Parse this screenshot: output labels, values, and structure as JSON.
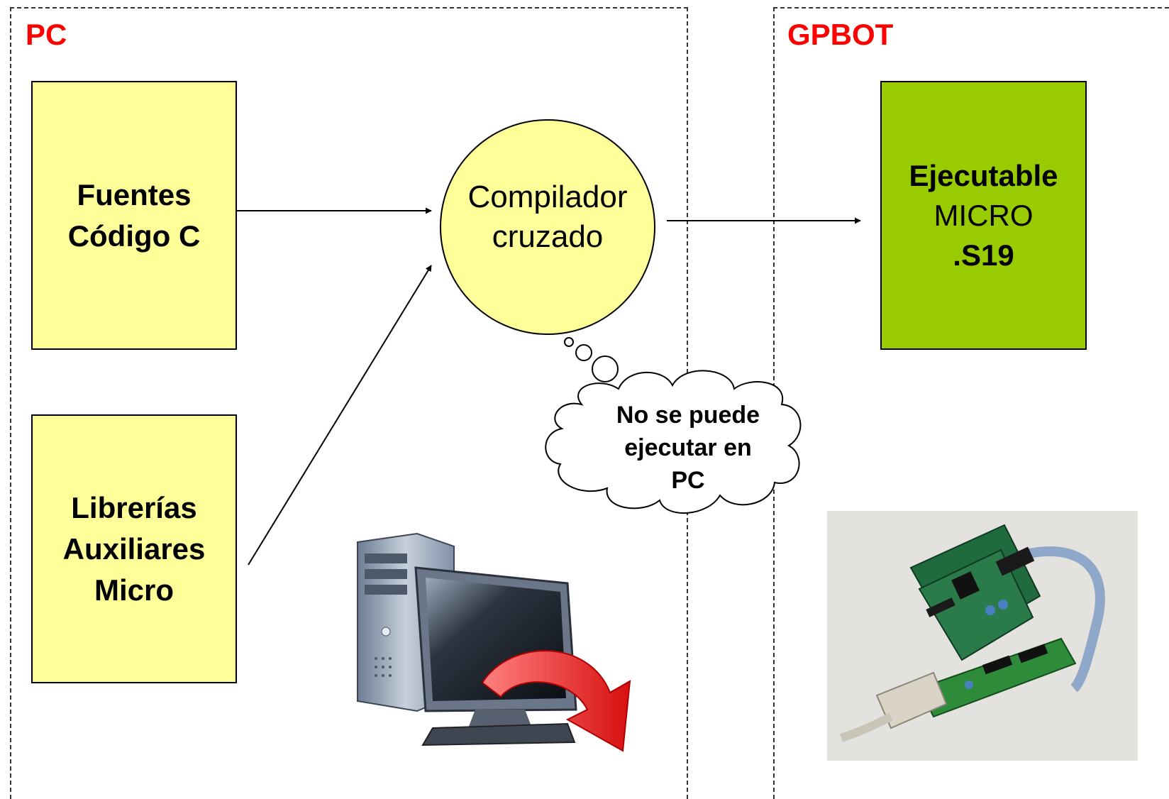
{
  "regions": {
    "pc": {
      "title": "PC"
    },
    "gpbot": {
      "title": "GPBOT"
    }
  },
  "nodes": {
    "fuentes": {
      "line1": "Fuentes",
      "line2": "Código C"
    },
    "librerias": {
      "line1": "Librerías",
      "line2": "Auxiliares",
      "line3": "Micro"
    },
    "compilador": {
      "line1": "Compilador",
      "line2": "cruzado"
    },
    "ejecutable": {
      "line1": "Ejecutable",
      "line2": "MICRO",
      "line3": ".S19"
    }
  },
  "thought_cloud": {
    "line1": "No se puede",
    "line2": "ejecutar en",
    "line3": "PC"
  },
  "colors": {
    "region_title": "#ff0000",
    "source_fill": "#ffff99",
    "executable_fill": "#99cc00",
    "arrow_fill": "#e82020"
  },
  "icons": {
    "pc": "desktop-computer-with-download-arrow-icon",
    "board": "gpbot-board-with-programmer-cable-photo"
  }
}
